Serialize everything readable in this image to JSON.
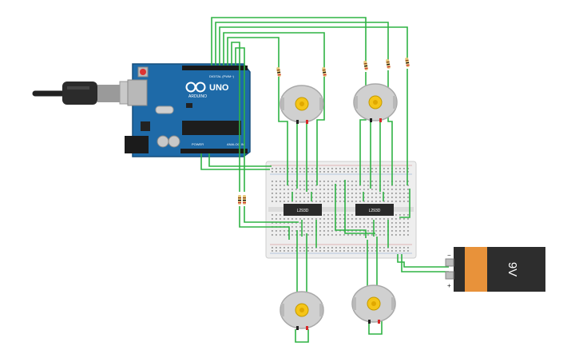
{
  "arduino": {
    "model_label": "UNO",
    "brand_label": "ARDUINO",
    "digital_header_label": "DIGITAL (PWM~)",
    "power_header_label": "POWER",
    "analog_header_label": "ANALOG IN"
  },
  "driver_chips": [
    {
      "label": "L293D"
    },
    {
      "label": "L293D"
    }
  ],
  "battery": {
    "voltage_label": "9V",
    "plus_label": "+",
    "minus_label": "−"
  },
  "motors": [
    {
      "name": "motor-top-left"
    },
    {
      "name": "motor-top-right"
    },
    {
      "name": "motor-bottom-left"
    },
    {
      "name": "motor-bottom-right"
    }
  ],
  "colors": {
    "wire": "#2fb344",
    "board": "#1e6aa8",
    "breadboard": "#eeeeee",
    "battery_body": "#e8923a",
    "battery_cap": "#2d2d2d",
    "chip": "#2a2a2a",
    "motor_shaft": "#f5c518",
    "motor_lead_red": "#d62828",
    "motor_lead_black": "#222222"
  },
  "icons": [
    "usb-cable-icon",
    "dc-motor-icon",
    "resistor-icon",
    "battery-icon",
    "ic-chip-icon"
  ]
}
